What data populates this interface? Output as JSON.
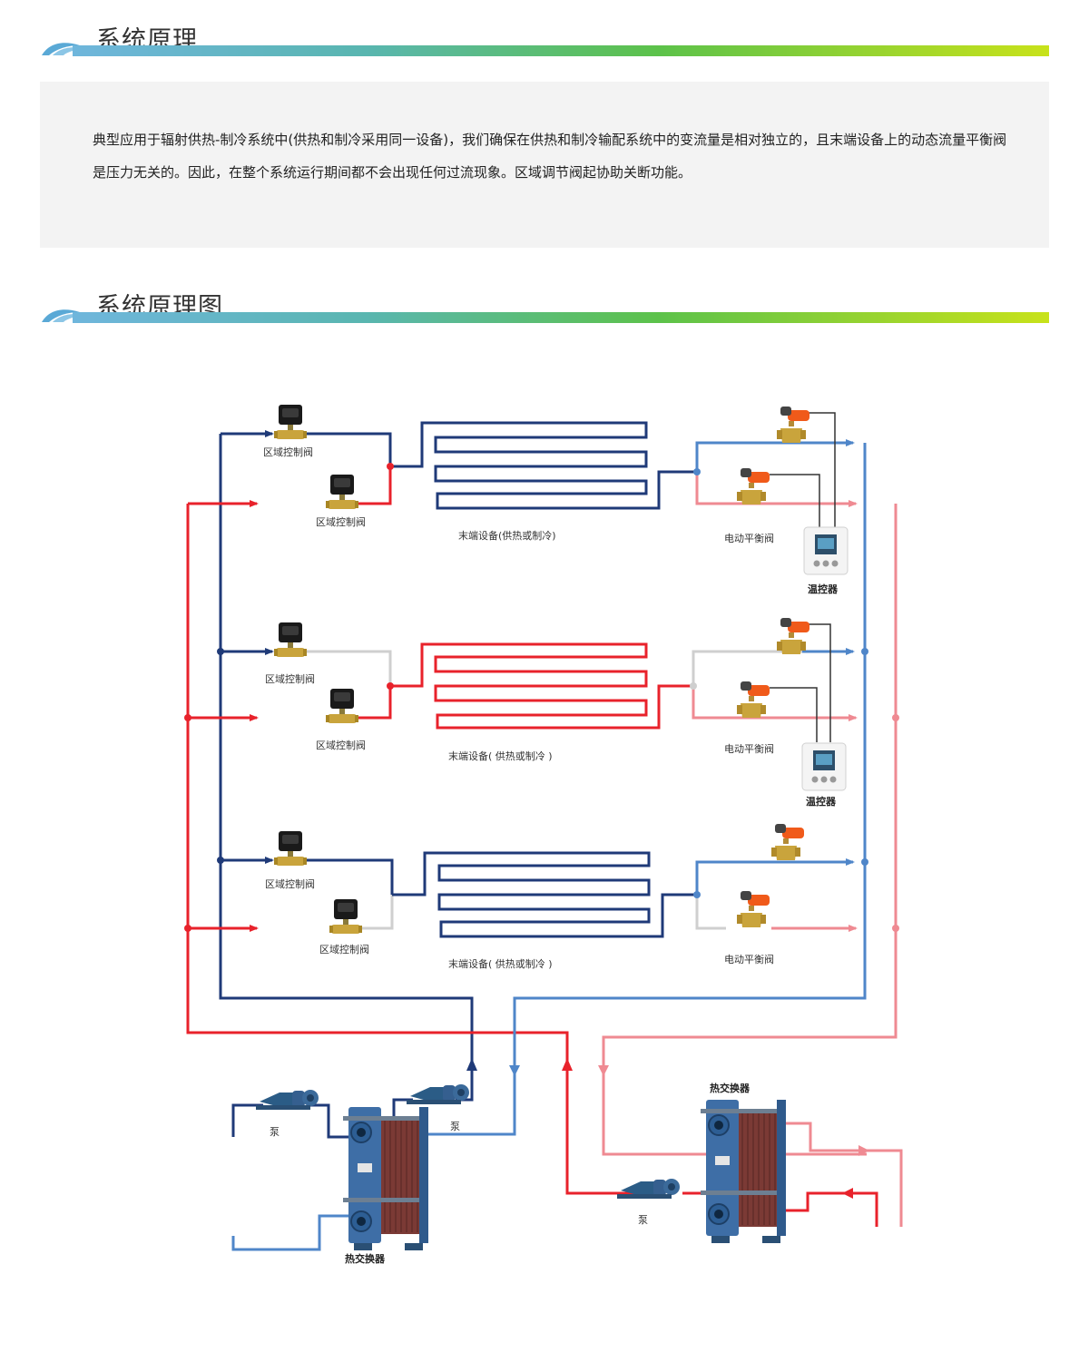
{
  "sections": {
    "principle_title": "系统原理",
    "diagram_title": "系统原理图"
  },
  "intro": {
    "text": "典型应用于辐射供热-制冷系统中(供热和制冷采用同一设备)，我们确保在供热和制冷输配系统中的变流量是相对独立的，且末端设备上的动态流量平衡阀是压力无关的。因此，在整个系统运行期间都不会出现任何过流现象。区域调节阀起协助关断功能。"
  },
  "diagram": {
    "zone_valve": "区域控制阀",
    "terminal_1": "末端设备(供热或制冷)",
    "terminal_2": "末端设备( 供热或制冷 )",
    "terminal_3": "末端设备( 供热或制冷 )",
    "balance_valve": "电动平衡阀",
    "thermostat": "温控器",
    "pump": "泵",
    "heat_exchanger": "热交换器"
  },
  "colors": {
    "supply_dark": "#1f3a78",
    "hot": "#e8222b",
    "return_blue": "#4f86c9",
    "return_pink": "#ef8a92",
    "inactive": "#cfcfcf"
  }
}
